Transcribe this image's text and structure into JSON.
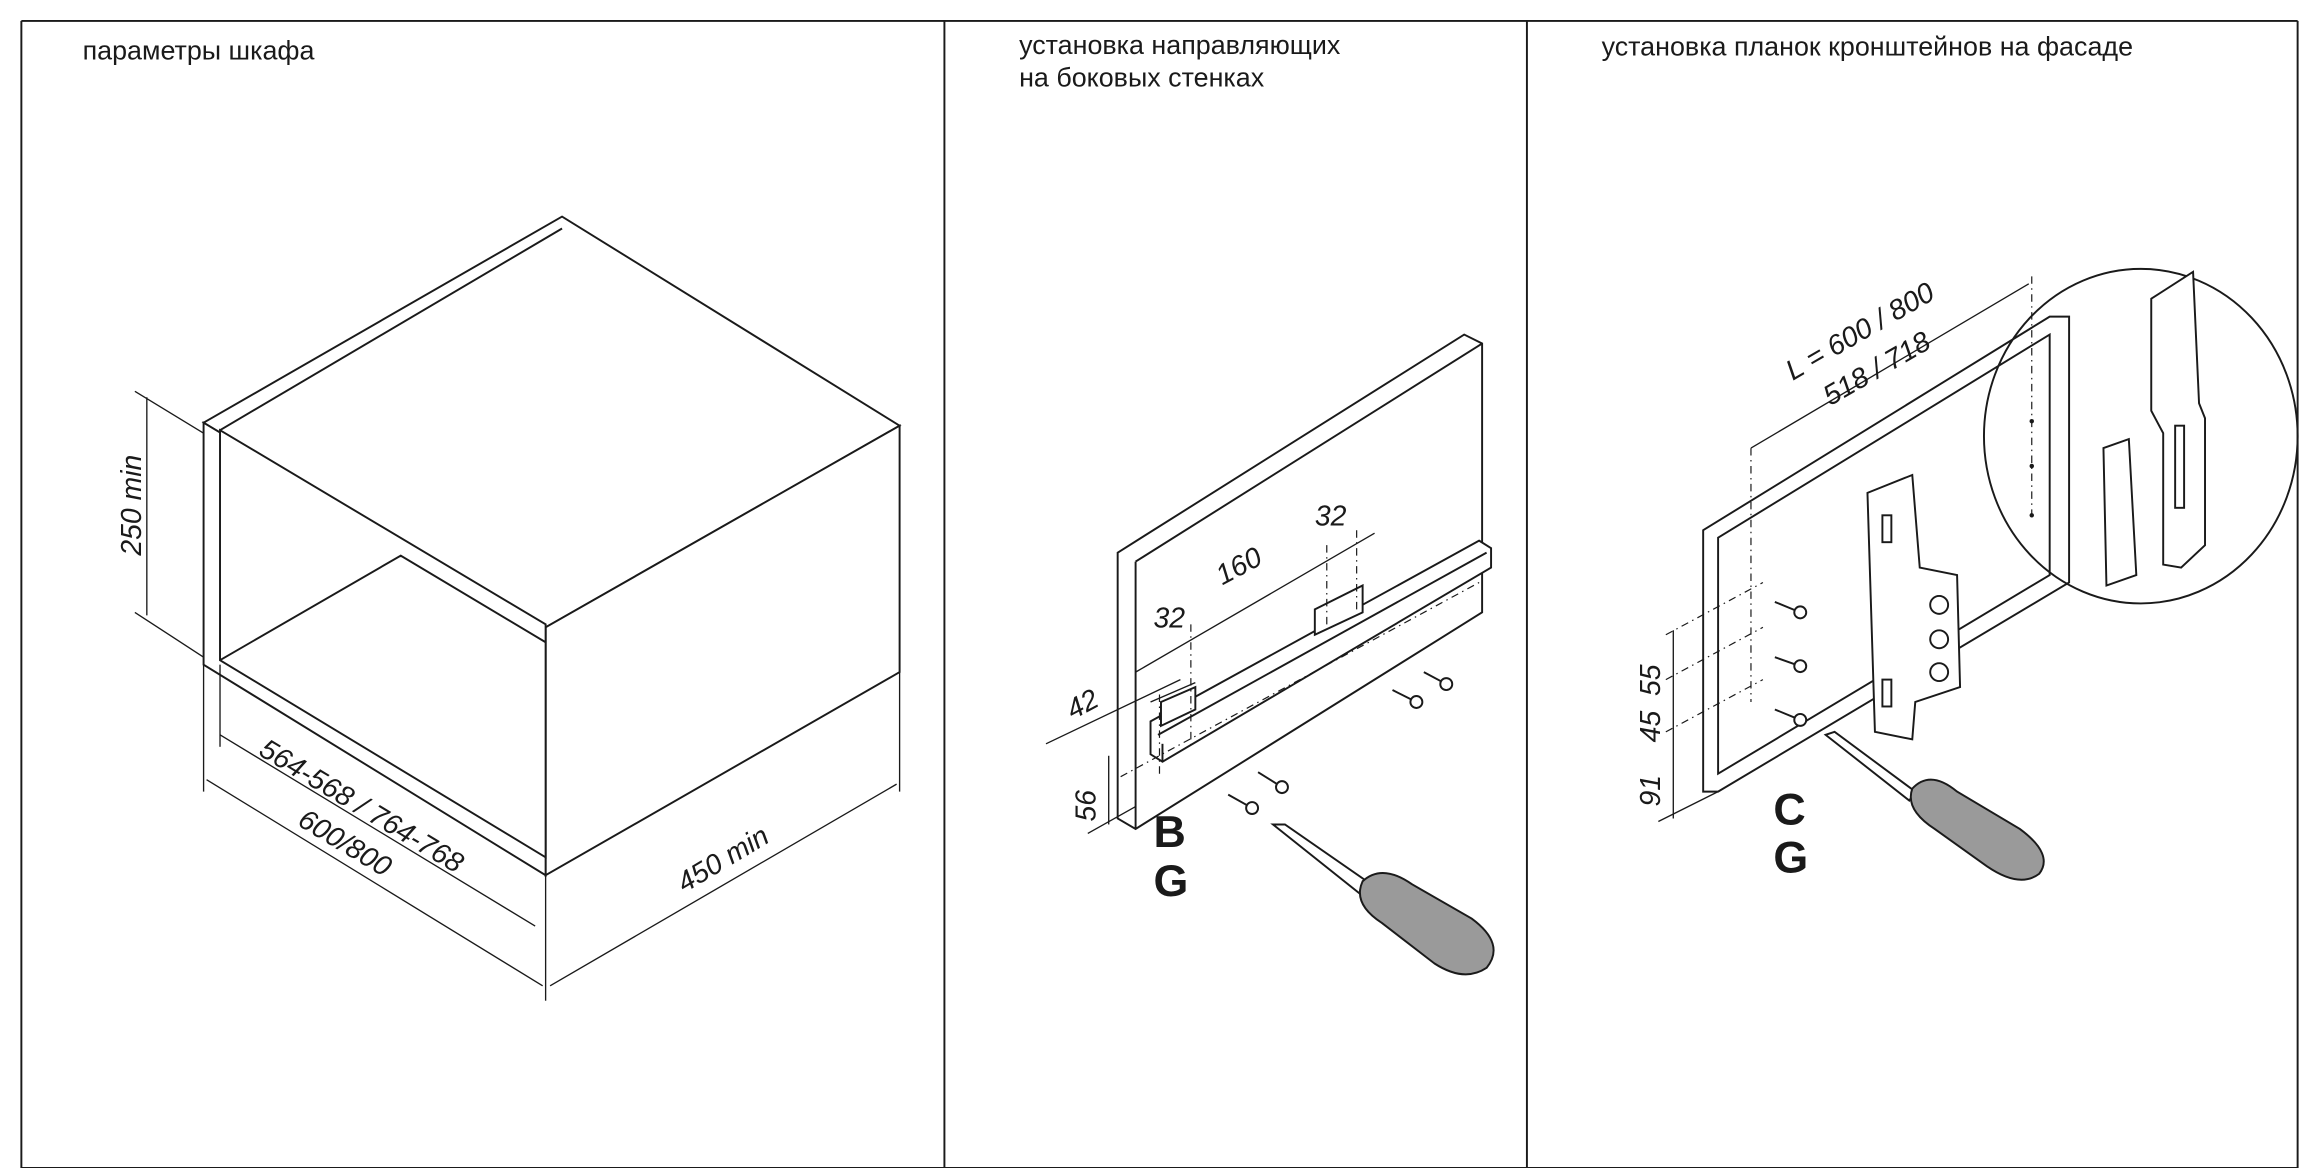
{
  "panels": [
    {
      "title_lines": [
        "параметры шкафа"
      ],
      "dimensions": {
        "height": "250 min",
        "inner_width": "564-568  / 764-768",
        "width": "600/800",
        "depth": "450 min"
      }
    },
    {
      "title_lines": [
        "установка направляющих",
        "на боковых стенках"
      ],
      "dimensions": {
        "offset_front": "42",
        "hole_spacing_1": "32",
        "hole_spacing_mid": "160",
        "hole_spacing_2": "32",
        "height_from_bottom": "56"
      },
      "codes": [
        "B",
        "G"
      ]
    },
    {
      "title_lines": [
        "установка планок кронштейнов на фасаде"
      ],
      "dimensions": {
        "length": "L = 600 / 800",
        "length_inner": "518 / 718",
        "dim_55": "55",
        "dim_45": "45",
        "dim_91": "91"
      },
      "codes": [
        "C",
        "G"
      ]
    }
  ]
}
